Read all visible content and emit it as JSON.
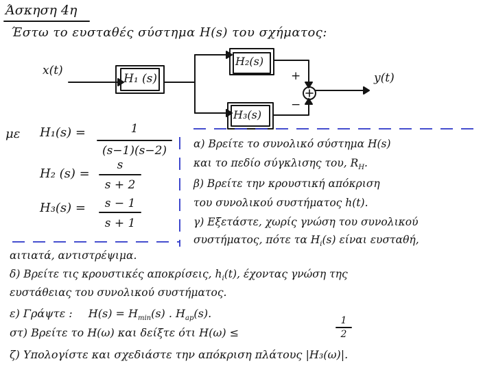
{
  "title": "Άσκηση 4η",
  "intro": "Έστω το ευσταθές σύστημα H(s) του σχήματος:",
  "diagram": {
    "input": "x(t)",
    "output": "y(t)",
    "block1": "H₁ (s)",
    "block2": "H₂(s)",
    "block3": "H₃(s)",
    "sign_plus": "+",
    "sign_minus": "−"
  },
  "given": {
    "prefix": "με",
    "h1_lhs": "H₁(s) =",
    "h1_num": "1",
    "h1_den": "(s−1)(s−2)",
    "h2_lhs": "H₂ (s) =",
    "h2_num": "s",
    "h2_den": "s + 2",
    "h3_lhs": "H₃(s) =",
    "h3_num": "s − 1",
    "h3_den": "s + 1"
  },
  "parts": {
    "a1": "α) Βρείτε το συνολικό σύστημα H(s)",
    "a2": "και το πεδίο σύγκλισης του, R",
    "a2_sub": "H",
    "b1": "β) Βρείτε την κρουστική απόκριση",
    "b2": "του συνολικού συστήματος h(t).",
    "c1": "γ) Εξετάστε, χωρίς γνώση του συνολικού",
    "c2": "συστήματος, πότε τα H",
    "c2_sub": "i",
    "c2_end": "(s) είναι ευσταθή,",
    "c3": "αιτιατά, αντιστρέψιμα.",
    "d1": "δ) Βρείτε τις κρουστικές αποκρίσεις, h",
    "d1_sub": "i",
    "d1_end": "(t), έχοντας γνώση της",
    "d2": "ευστάθειας του συνολικού συστήματος.",
    "e_label": "ε) Γράψτε :",
    "e_eq": "H(s) = H",
    "e_min": "min",
    "e_mid": "(s) . H",
    "e_ap": "ap",
    "e_end": "(s).",
    "st": "στ) Βρείτε το H(ω) και δείξτε ότι  H(ω) ≤",
    "st_num": "1",
    "st_den": "2",
    "z": "ζ) Υπολογίστε και σχεδιάστε την απόκριση πλάτους |H₃(ω)|."
  }
}
